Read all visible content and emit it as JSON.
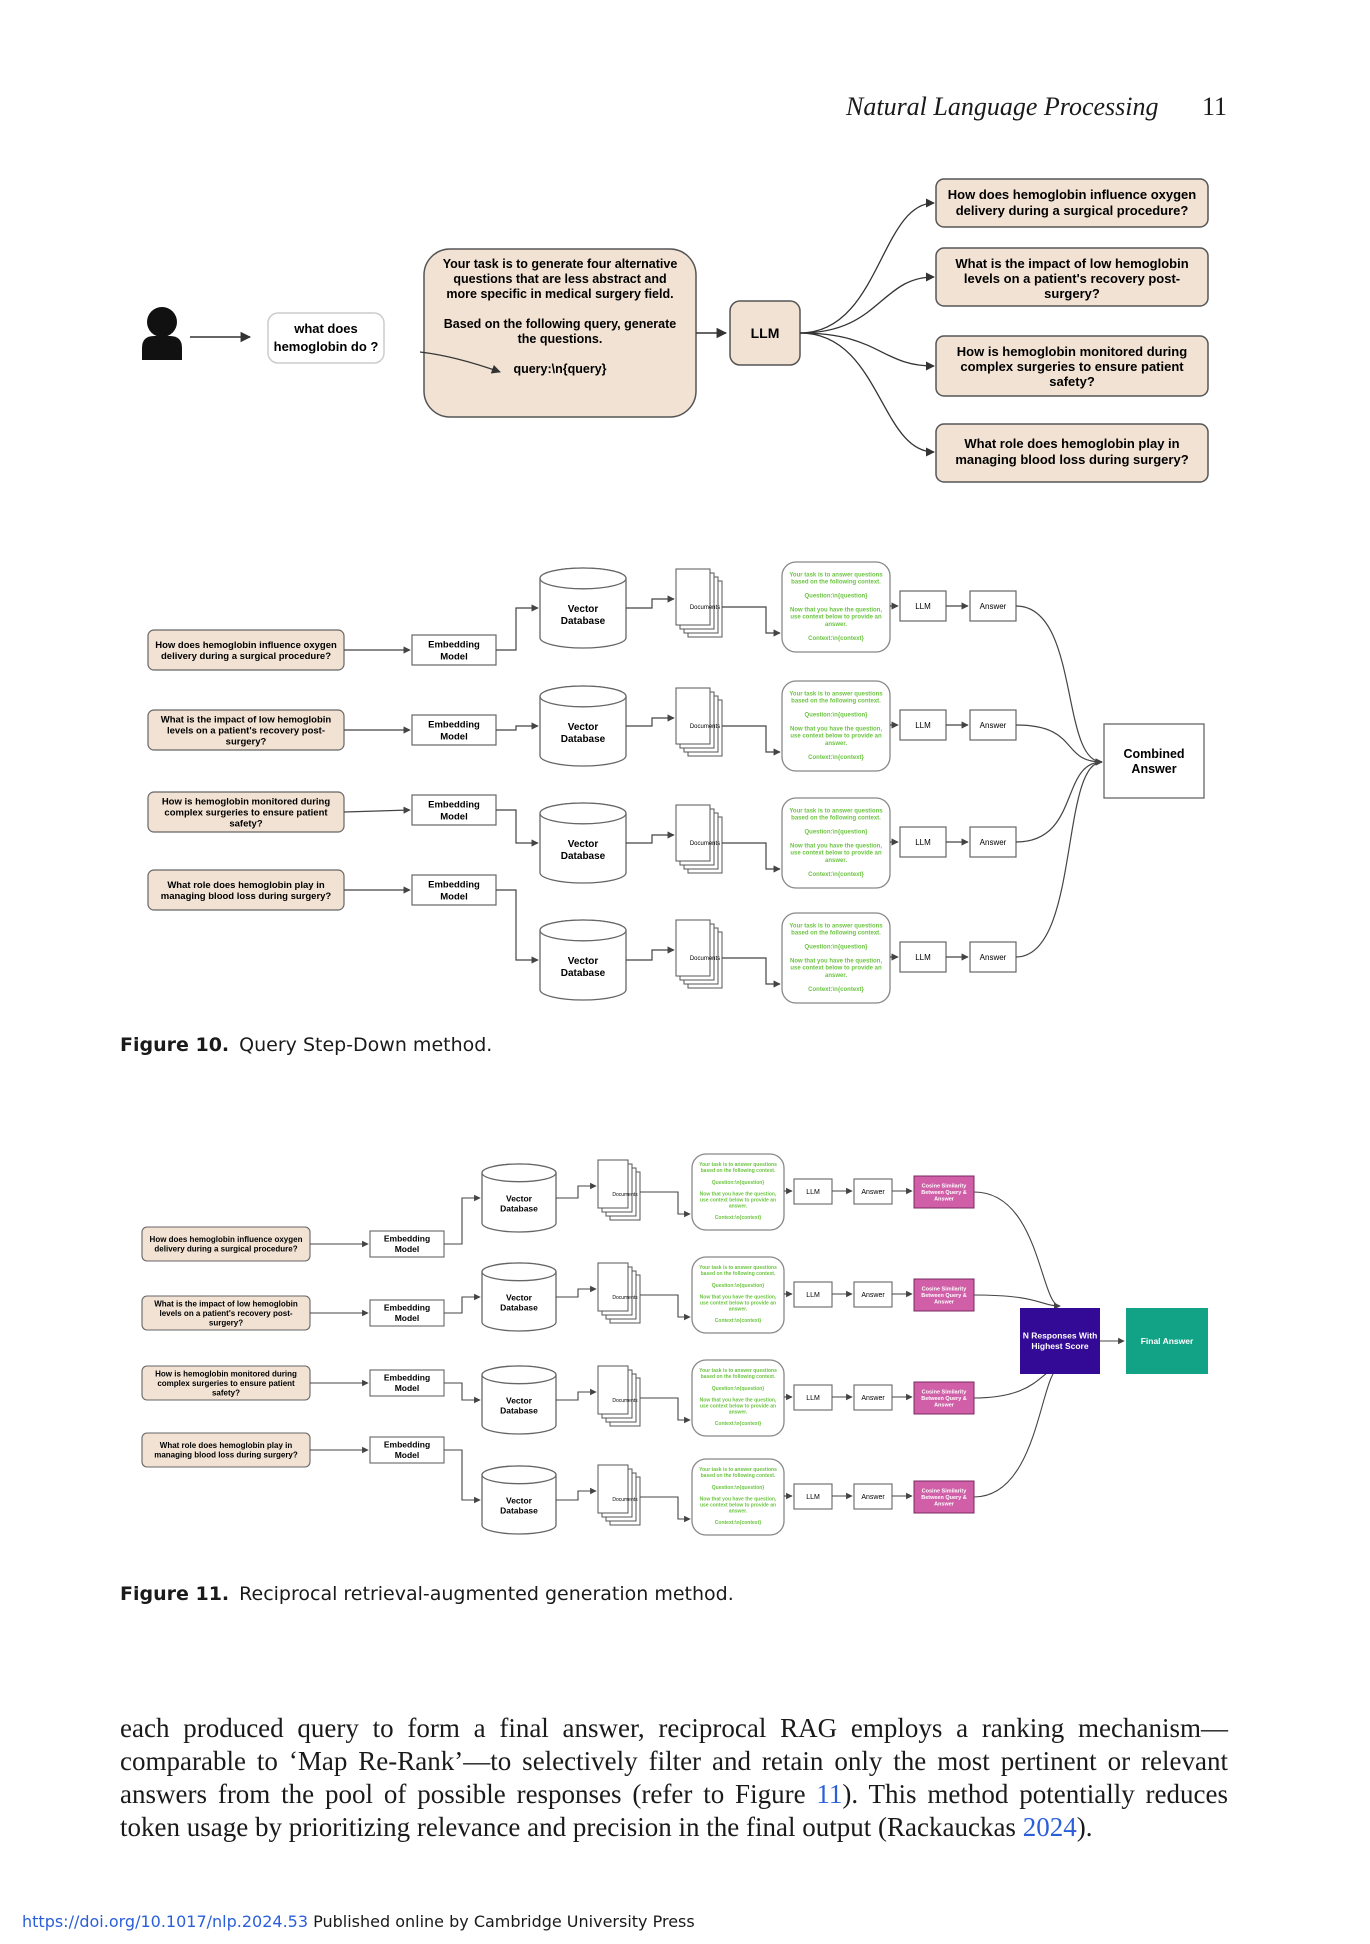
{
  "header": {
    "running_title": "Natural Language Processing",
    "page_number": "11"
  },
  "fig_top": {
    "user_query": [
      "what does",
      "hemoglobin do ?"
    ],
    "prompt": {
      "line1": [
        "Your task is to generate four alternative",
        "questions that are less abstract and",
        "more specific in medical surgery field."
      ],
      "line2": [
        "Based on the following query, generate",
        "the questions."
      ],
      "query_template": "query:\\n{query}"
    },
    "llm_label": "LLM",
    "questions": [
      [
        "How does hemoglobin influence oxygen",
        "delivery during a surgical procedure?"
      ],
      [
        "What is the impact of low hemoglobin",
        "levels on a patient's recovery post-",
        "surgery?"
      ],
      [
        "How is hemoglobin monitored during",
        "complex surgeries to ensure patient",
        "safety?"
      ],
      [
        "What role does hemoglobin play in",
        "managing blood loss during surgery?"
      ]
    ]
  },
  "fig10": {
    "caption_label": "Figure 10.",
    "caption_text": "Query Step-Down method.",
    "embedding_label": [
      "Embedding",
      "Model"
    ],
    "vector_db_label": [
      "Vector",
      "Database"
    ],
    "documents_label": "Documents",
    "llm_label": "LLM",
    "answer_label": "Answer",
    "combined_label": [
      "Combined",
      "Answer"
    ],
    "prompt_lines": [
      "Your task is to answer questions",
      "based on the following context.",
      "Question:\\n{question}",
      "Now that you have the question,",
      "use context below to provide an",
      "answer.",
      "Context:\\n{context}"
    ]
  },
  "fig11": {
    "caption_label": "Figure 11.",
    "caption_text": "Reciprocal retrieval-augmented generation method.",
    "cosine_label": [
      "Cosine Similarity",
      "Between Query &",
      "Answer"
    ],
    "n_responses_label": [
      "N Responses With",
      "Highest Score"
    ],
    "final_answer_label": "Final Answer",
    "colors": {
      "query": "#f1e2d3",
      "cosine": "#d05fa8",
      "n_responses": "#330a96",
      "final": "#12a386",
      "prompt_text": "#6cc442"
    }
  },
  "body": {
    "text_before_ref1": "each produced query to form a final answer, reciprocal RAG employs a ranking mechanism—comparable to ‘Map Re-Rank’—to selectively filter and retain only the most pertinent or relevant answers from the pool of possible responses (refer to Figure ",
    "ref_figure": "11",
    "text_between": "). This method potentially reduces token usage by prioritizing relevance and precision in the final output (Rackauckas ",
    "ref_year": "2024",
    "text_after": ")."
  },
  "footer": {
    "doi": "https://doi.org/10.1017/nlp.2024.53",
    "publisher": " Published online by Cambridge University Press"
  }
}
